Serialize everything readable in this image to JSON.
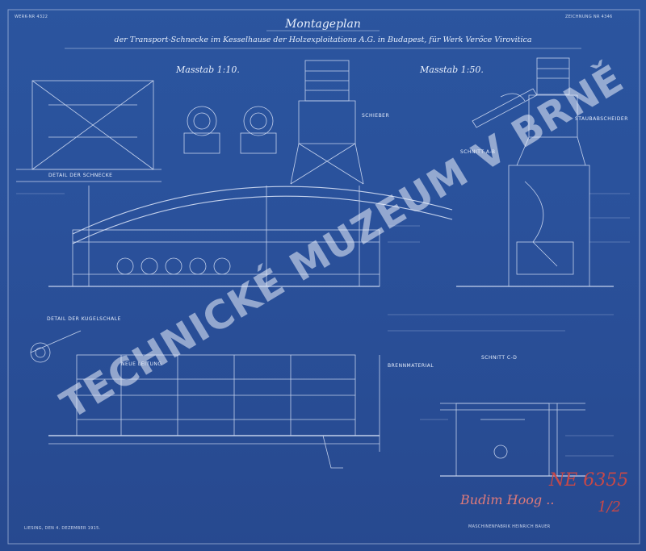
{
  "corner_left": "WERK-NR 4322",
  "corner_right": "ZEICHNUNG NR 4346",
  "title": "Montageplan",
  "subtitle": "der Transport-Schnecke im Kesselhause der Holzexploitations A.G. in Budapest, für Werk Verőce Virovitica",
  "scale_left": "Masstab 1:10.",
  "scale_right": "Masstab 1:50.",
  "labels": {
    "schnitt_ab": "SCHNITT A-B",
    "schnitt_cd": "SCHNITT C-D",
    "schieber": "SCHIEBER",
    "staubabscheider": "STAUBABSCHEIDER",
    "detail_schnecke": "DETAIL DER SCHNECKE",
    "detail_kugel": "DETAIL DER KUGELSCHALE",
    "neue_rohrleitung": "NEUE LEITUNG",
    "brennmaterial": "BRENNMATERIAL"
  },
  "date_note": "LIESING, DEN 4. DEZEMBER 1915.",
  "maker_note": "MASCHINENFABRIK HEINRICH BAUER",
  "watermark": "TECHNICKÉ MUZEUM V BRNĚ",
  "inventory_number": "NE 6355",
  "inventory_sub": "1/2",
  "signature": "Budim Hoog .."
}
